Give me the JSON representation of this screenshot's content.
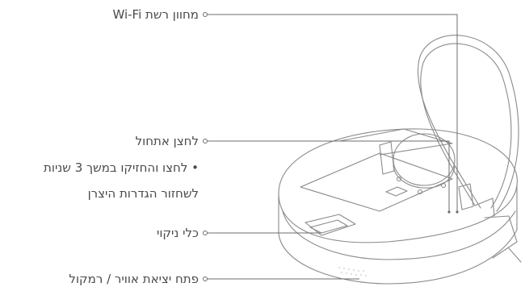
{
  "callouts": {
    "wifi": "מחוון רשת Wi-Fi",
    "home_button": "לחצן אתחול",
    "reset_note_line1": "• לחצו והחזיקו במשך 3 שניות",
    "reset_note_line2": "לשחזור הגדרות היצרן",
    "cleaning_tool": "כלי ניקוי",
    "air_outlet": "פתח יציאת אוויר / רמקול"
  },
  "colors": {
    "line": "#6d6d6d",
    "robot_stroke": "#8a8a8a",
    "text": "#4a4a4a"
  }
}
